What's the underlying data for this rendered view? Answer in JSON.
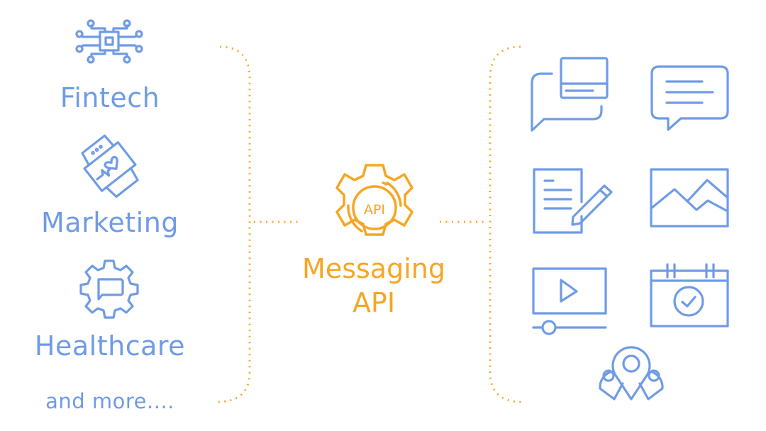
{
  "industries": [
    {
      "label": "Fintech",
      "icon": "circuit-chip-icon"
    },
    {
      "label": "Marketing",
      "icon": "smartwatch-heart-icon"
    },
    {
      "label": "Healthcare",
      "icon": "gear-chat-icon"
    }
  ],
  "more_label": "and more....",
  "center": {
    "icon": "api-gear-icon",
    "icon_text": "API",
    "title_line1": "Messaging",
    "title_line2": "API"
  },
  "channels": [
    {
      "name": "chat-card-icon"
    },
    {
      "name": "message-bubble-icon"
    },
    {
      "name": "document-pen-icon"
    },
    {
      "name": "image-icon"
    },
    {
      "name": "video-player-icon"
    },
    {
      "name": "calendar-check-icon"
    },
    {
      "name": "location-pins-icon"
    }
  ],
  "colors": {
    "blue": "#6f9be6",
    "orange": "#f5a623"
  }
}
